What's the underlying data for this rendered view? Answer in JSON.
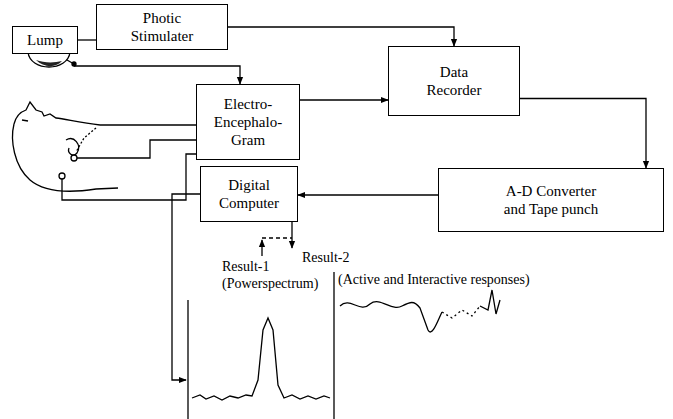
{
  "diagram": {
    "nodes": [
      {
        "text": [
          "Lump"
        ]
      },
      {
        "text": [
          "Photic Stimulater"
        ]
      },
      {
        "text": [
          "Electro- Encephalo- Gram"
        ]
      },
      {
        "text": [
          "Data Recorder"
        ]
      },
      {
        "text": [
          "A-D Converter and Tape punch"
        ]
      },
      {
        "text": [
          "Digital Computer"
        ]
      }
    ],
    "edges": [
      {
        "from": 0,
        "to": 1,
        "arrow": "none"
      },
      {
        "from": 0,
        "to": 2,
        "arrow": "to"
      },
      {
        "from": 1,
        "to": 3,
        "arrow": "to"
      },
      {
        "from": 2,
        "to": 3,
        "arrow": "to"
      },
      {
        "from": 3,
        "to": 4,
        "arrow": "to"
      },
      {
        "from": 4,
        "to": 5,
        "arrow": "to"
      }
    ],
    "labels": [
      "Result-1",
      "(Powerspectrum)",
      "Result-2",
      "(Active and Interactive responses)"
    ]
  }
}
